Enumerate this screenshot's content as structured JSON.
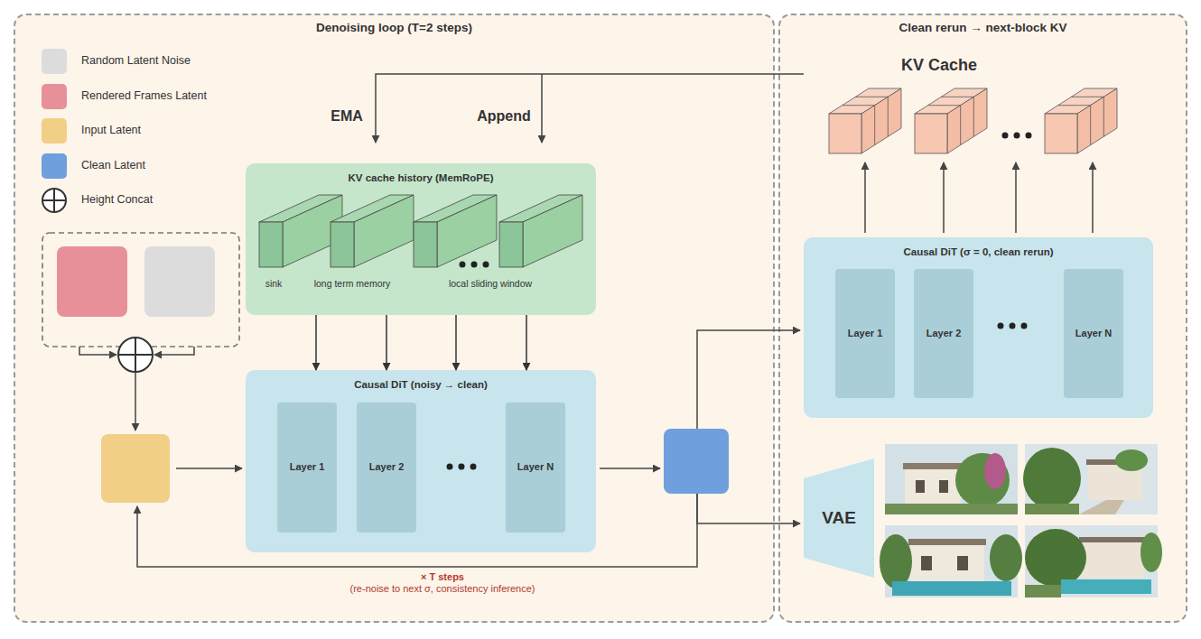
{
  "diagram": {
    "nodes": [
      {
        "text": [
          "Denoising loop (T=2 steps)"
        ]
      },
      {
        "text": [
          "KV cache history (MemRoPE)",
          "sink",
          "long term memory",
          "local sliding window"
        ],
        "in": 0
      },
      {
        "text": [
          "Causal DiT (noisy → clean)"
        ],
        "in": 0
      },
      {
        "text": [
          "Layer 1"
        ],
        "in": 2
      },
      {
        "text": [
          "Layer 2"
        ],
        "in": 2
      },
      {
        "text": [
          "Layer N"
        ],
        "in": 2
      },
      {
        "text": [
          "Clean rerun → next-block KV"
        ]
      },
      {
        "text": [
          "Causal DiT (σ = 0, clean rerun)"
        ],
        "in": 6
      },
      {
        "text": [
          "Layer 1"
        ],
        "in": 7
      },
      {
        "text": [
          "Layer 2"
        ],
        "in": 7
      },
      {
        "text": [
          "Layer N"
        ],
        "in": 7
      },
      {
        "text": [
          "VAE"
        ],
        "in": 6
      }
    ],
    "edges": [
      {
        "from": 1,
        "to": 2,
        "arrow": "to"
      },
      {
        "from": 1,
        "to": 2,
        "arrow": "to"
      },
      {
        "from": 1,
        "to": 2,
        "arrow": "to"
      },
      {
        "from": 1,
        "to": 2,
        "arrow": "to"
      }
    ],
    "labels": [
      "EMA",
      "Append",
      "KV Cache",
      "× T steps",
      "(re-noise to next σ, consistency inference)"
    ],
    "legend": [
      {
        "text": "Random Latent Noise",
        "color": "#dcdcdc"
      },
      {
        "text": "Rendered Frames Latent",
        "color": "#e8909a"
      },
      {
        "text": "Input Latent",
        "color": "#f2cf86"
      },
      {
        "text": "Clean Latent",
        "color": "#6f9fdc"
      },
      {
        "text": "Height Concat"
      }
    ]
  }
}
